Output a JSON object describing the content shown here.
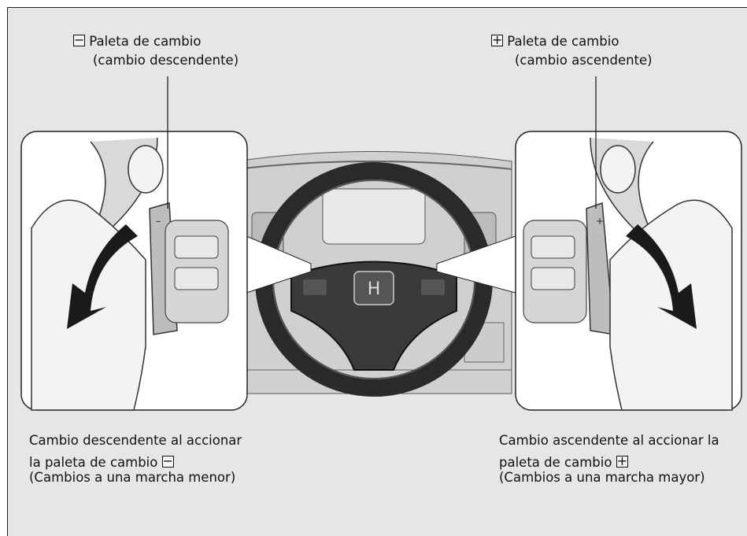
{
  "callouts": {
    "left": {
      "symbol": "−",
      "line1": "Paleta de cambio",
      "line2": "(cambio descendente)"
    },
    "right": {
      "symbol": "+",
      "line1": "Paleta de cambio",
      "line2": "(cambio ascendente)"
    }
  },
  "captions": {
    "left": {
      "line1": "Cambio descendente al accionar",
      "line2": "la paleta de cambio",
      "symbol": "−",
      "line3": "(Cambios a una marcha menor)"
    },
    "right": {
      "line1": "Cambio ascendente al accionar la",
      "line2": "paleta de cambio",
      "symbol": "+",
      "line3": "(Cambios a una marcha mayor)"
    }
  },
  "colors": {
    "background": "#e6e6e6",
    "inset_background": "#ffffff",
    "arrow": "#1a1a1a",
    "steering_wheel": "#2a2a2a"
  }
}
